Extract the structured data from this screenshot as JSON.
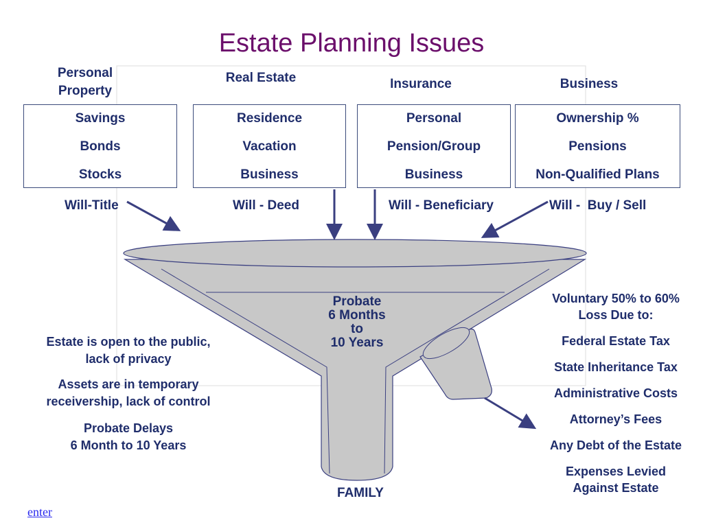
{
  "title": "Estate Planning Issues",
  "colors": {
    "title": "#6b0f6b",
    "text": "#1f2d6b",
    "funnel_fill": "#c8c8c8",
    "arrow": "#3a3f80",
    "link": "#2a2aee"
  },
  "categories": [
    {
      "label": "Personal\nProperty",
      "items": [
        "Savings",
        "Bonds",
        "Stocks"
      ],
      "law": "Will-Title"
    },
    {
      "label": "Real Estate",
      "items": [
        "Residence",
        "Vacation",
        "Business"
      ],
      "law": "Will - Deed"
    },
    {
      "label": "Insurance",
      "items": [
        "Personal",
        "Pension/Group",
        "Business"
      ],
      "law": "Will - Beneficiary"
    },
    {
      "label": "Business",
      "items": [
        "Ownership %",
        "Pensions",
        "Non-Qualified Plans"
      ],
      "law": "Will -  Buy / Sell"
    }
  ],
  "funnel": {
    "text_line1": "Probate",
    "text_line2": "6 Months",
    "text_line3": "to",
    "text_line4": "10 Years",
    "outlet": "FAMILY"
  },
  "left_notes": [
    "Estate is open to the public,\nlack of privacy",
    "Assets are in temporary\nreceivership, lack of control",
    "Probate Delays\n6 Month to 10 Years"
  ],
  "right_notes": {
    "heading": "Voluntary 50% to 60%\nLoss Due to:",
    "items": [
      "Federal Estate Tax",
      "State Inheritance Tax",
      "Administrative Costs",
      "Attorney’s Fees",
      "Any Debt of the Estate",
      "Expenses Levied\nAgainst Estate"
    ]
  },
  "link": {
    "label": "enter"
  }
}
